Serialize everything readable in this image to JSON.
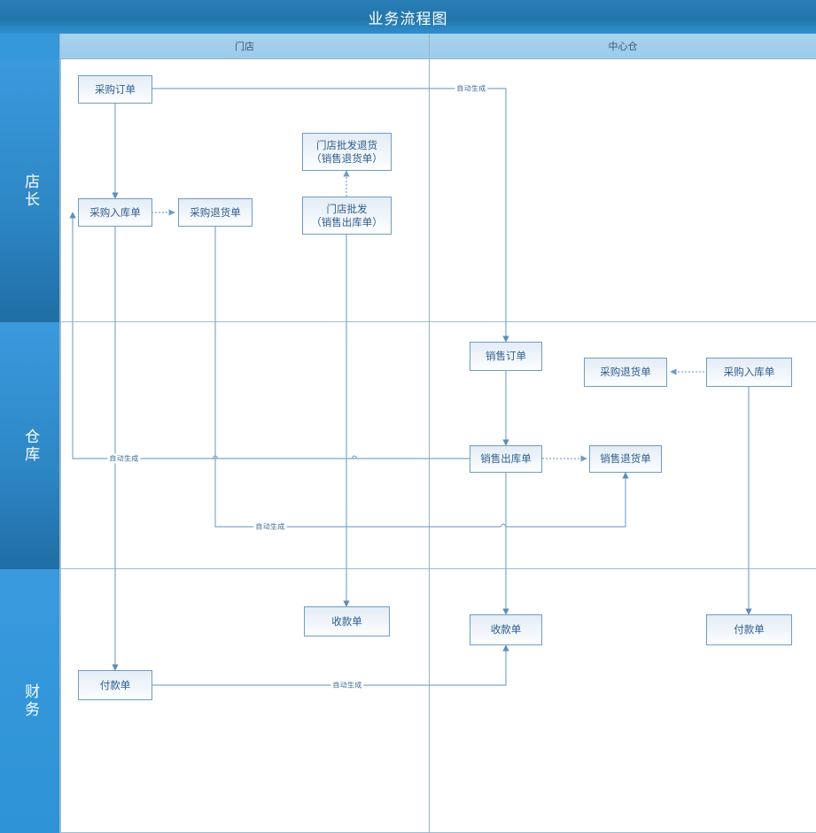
{
  "diagram": {
    "title": "业务流程图",
    "columns": [
      {
        "id": "col-store",
        "label": "门店"
      },
      {
        "id": "col-central-warehouse",
        "label": "中心仓"
      }
    ],
    "lanes": [
      {
        "id": "lane-store-manager",
        "label": "店长"
      },
      {
        "id": "lane-warehouse",
        "label": "仓库"
      },
      {
        "id": "lane-finance",
        "label": "财务"
      }
    ],
    "nodes": [
      {
        "id": "purchase-order",
        "line1": "采购订单",
        "line2": ""
      },
      {
        "id": "purchase-receipt-store",
        "line1": "采购入库单",
        "line2": ""
      },
      {
        "id": "purchase-return-store",
        "line1": "采购退货单",
        "line2": ""
      },
      {
        "id": "store-wholesale-return",
        "line1": "门店批发退货",
        "line2": "（销售退货单）"
      },
      {
        "id": "store-wholesale",
        "line1": "门店批发",
        "line2": "（销售出库单）"
      },
      {
        "id": "sales-order",
        "line1": "销售订单",
        "line2": ""
      },
      {
        "id": "purchase-return-wh",
        "line1": "采购退货单",
        "line2": ""
      },
      {
        "id": "purchase-receipt-wh",
        "line1": "采购入库单",
        "line2": ""
      },
      {
        "id": "sales-delivery-note",
        "line1": "销售出库单",
        "line2": ""
      },
      {
        "id": "sales-return-note",
        "line1": "销售退货单",
        "line2": ""
      },
      {
        "id": "receipt-voucher-store",
        "line1": "收款单",
        "line2": ""
      },
      {
        "id": "receipt-voucher-wh",
        "line1": "收款单",
        "line2": ""
      },
      {
        "id": "payment-voucher-wh",
        "line1": "付款单",
        "line2": ""
      },
      {
        "id": "payment-voucher-store",
        "line1": "付款单",
        "line2": ""
      }
    ],
    "edge_labels": [
      {
        "id": "auto-gen-1",
        "text": "自动生成"
      },
      {
        "id": "auto-gen-2",
        "text": "自动生成"
      },
      {
        "id": "auto-gen-3",
        "text": "自动生成"
      },
      {
        "id": "auto-gen-4",
        "text": "自动生成"
      }
    ],
    "colors": {
      "title_bar": "#2275ab",
      "lane_header": "#2d86c4",
      "column_header": "#a8d3ee",
      "node_border": "#6f9cc4",
      "node_text": "#2d5d8e",
      "connector": "#7fa8cb"
    }
  }
}
